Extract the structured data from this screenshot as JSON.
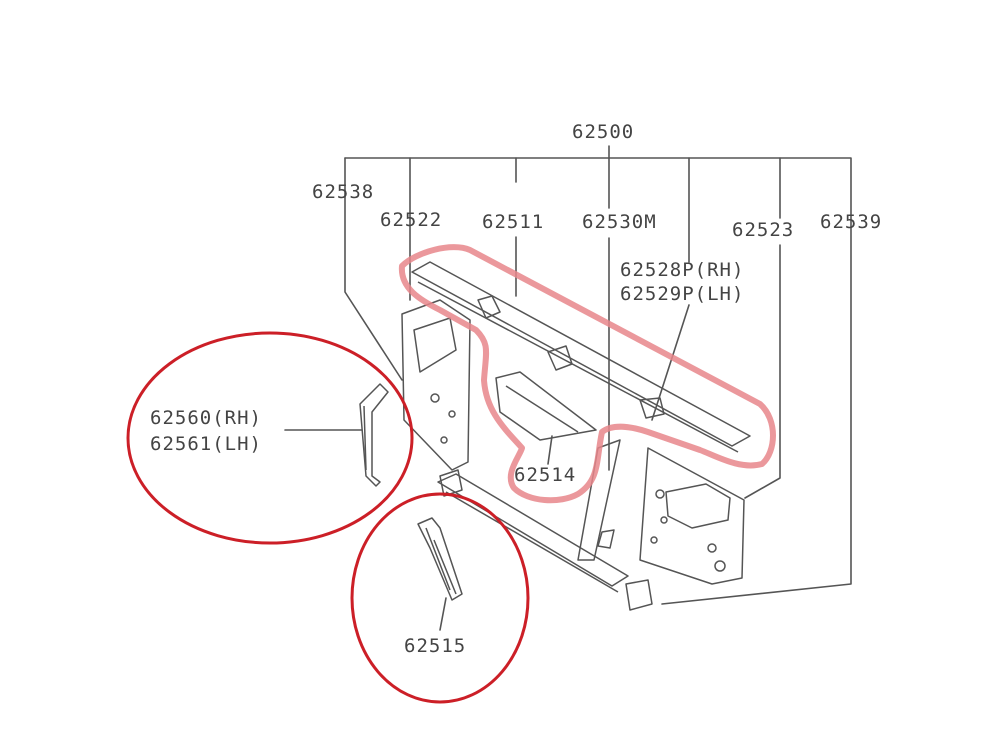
{
  "diagram": {
    "labels": {
      "assembly": "62500",
      "p62538": "62538",
      "p62522": "62522",
      "p62511": "62511",
      "p62530M": "62530M",
      "p62523": "62523",
      "p62539": "62539",
      "p62528P": "62528P(RH)",
      "p62529P": "62529P(LH)",
      "p62560": "62560(RH)",
      "p62561": "62561(LH)",
      "p62514": "62514",
      "p62515": "62515"
    },
    "colors": {
      "line": "#555555",
      "text": "#444444",
      "circle": "#cc1f27",
      "highlight": "#e8868b"
    }
  }
}
